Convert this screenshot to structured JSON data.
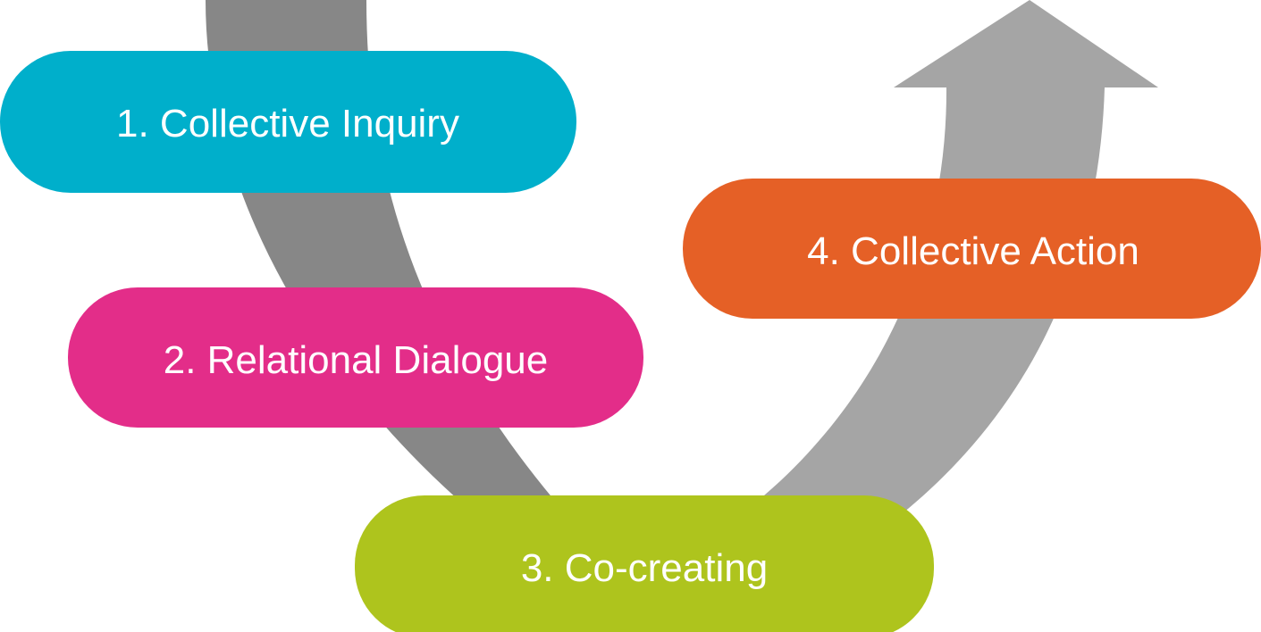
{
  "diagram": {
    "type": "u-curve-process",
    "colors": {
      "descending_band": "#878787",
      "ascending_band": "#a5a5a5",
      "text": "#ffffff"
    },
    "steps": [
      {
        "number": 1,
        "label": "1. Collective Inquiry",
        "color": "#00afcb"
      },
      {
        "number": 2,
        "label": "2. Relational Dialogue",
        "color": "#e32d89"
      },
      {
        "number": 3,
        "label": "3. Co-creating",
        "color": "#aec41d"
      },
      {
        "number": 4,
        "label": "4. Collective Action",
        "color": "#e56026"
      }
    ],
    "flow_direction": "down-then-up"
  }
}
